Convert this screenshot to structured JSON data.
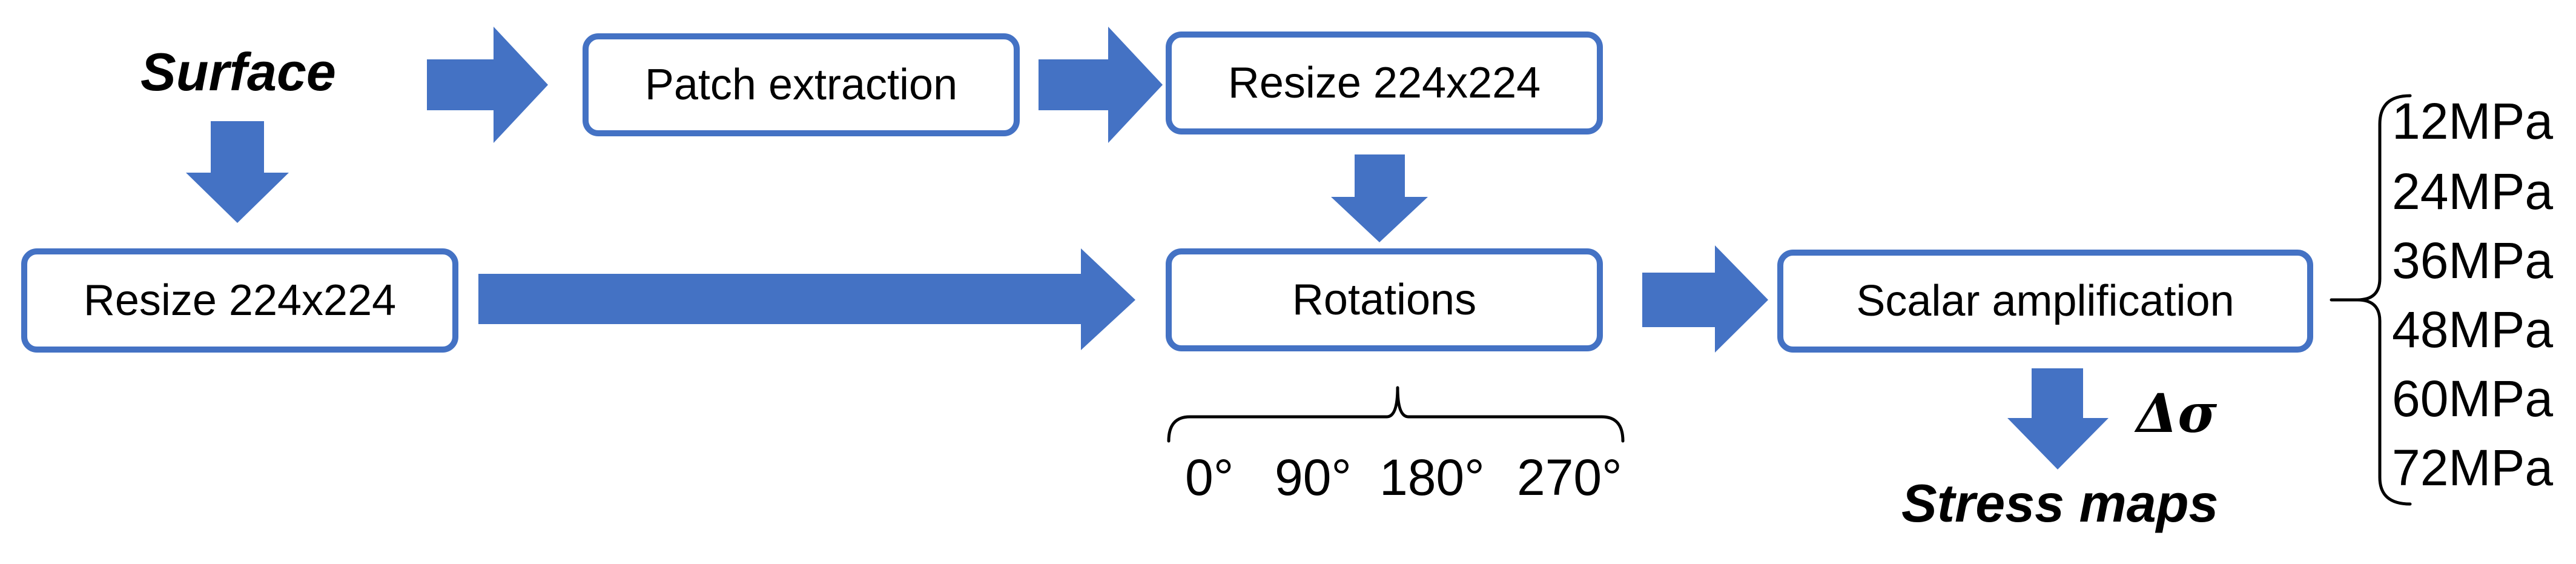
{
  "input_label": "Surface",
  "boxes": {
    "patch_extraction": "Patch extraction",
    "resize_top": "Resize 224x224",
    "resize_left": "Resize 224x224",
    "rotations": "Rotations",
    "scalar_amplification": "Scalar amplification"
  },
  "rotation_angles": [
    "0°",
    "90°",
    "180°",
    "270°"
  ],
  "amplification_levels": [
    "12MPa",
    "24MPa",
    "36MPa",
    "48MPa",
    "60MPa",
    "72MPa"
  ],
  "delta_sigma": "Δσ",
  "output_label": "Stress maps",
  "colors": {
    "accent": "#4472C4",
    "text": "#000000",
    "background": "#ffffff"
  }
}
